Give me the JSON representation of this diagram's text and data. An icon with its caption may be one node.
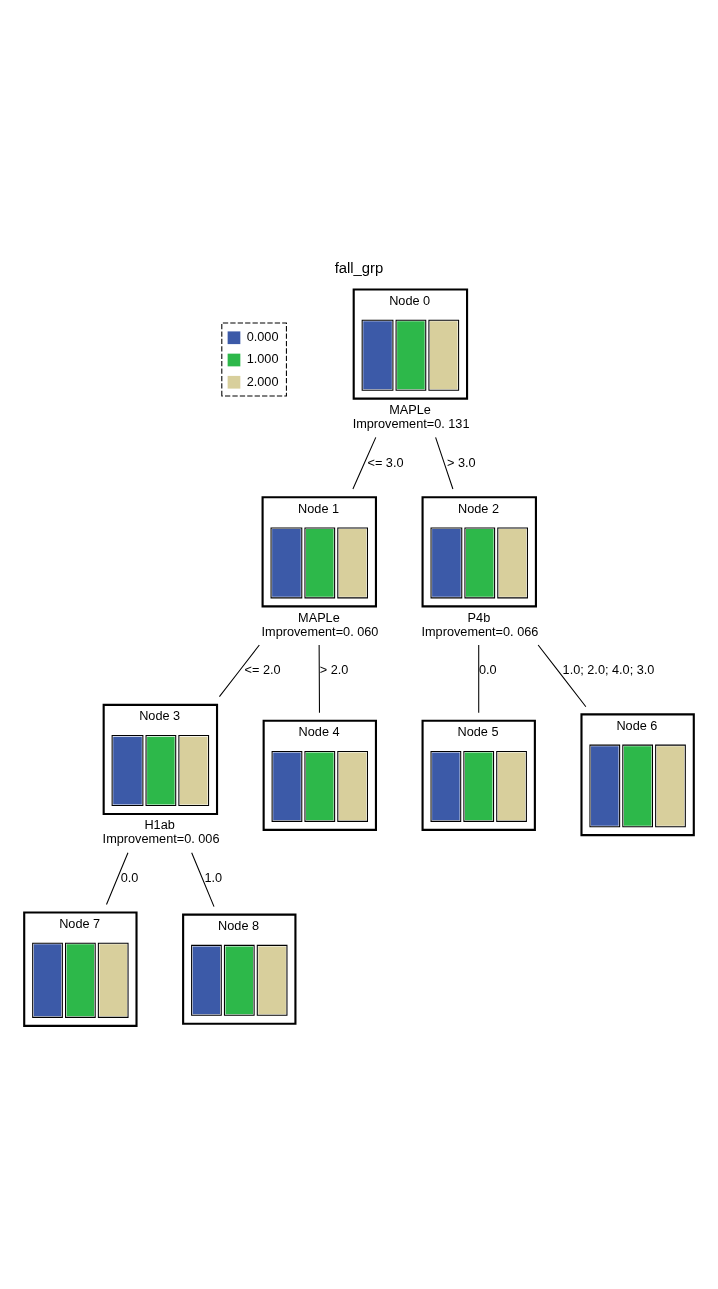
{
  "diagram": {
    "title": "fall_grp",
    "nodes": [
      {
        "text": [
          "Node 0"
        ],
        "beside": [
          "MAPLe Improvement=0. 131"
        ]
      },
      {
        "text": [
          "Node 1"
        ],
        "beside": [
          "MAPLe Improvement=0. 060"
        ]
      },
      {
        "text": [
          "Node 2"
        ],
        "beside": [
          "P4b Improvement=0. 066"
        ]
      },
      {
        "text": [
          "Node 3"
        ],
        "beside": [
          "H1ab Improvement=0. 006"
        ]
      },
      {
        "text": [
          "Node 4"
        ]
      },
      {
        "text": [
          "Node 5"
        ]
      },
      {
        "text": [
          "Node 6"
        ]
      },
      {
        "text": [
          "Node 7"
        ]
      },
      {
        "text": [
          "Node 8"
        ]
      }
    ],
    "edges": [
      {
        "from": 0,
        "to": 1,
        "arrow": "none",
        "label": "<= 3.0"
      },
      {
        "from": 0,
        "to": 2,
        "arrow": "none",
        "label": "> 3.0"
      },
      {
        "from": 1,
        "to": 3,
        "arrow": "none",
        "label": "<= 2.0"
      },
      {
        "from": 1,
        "to": 4,
        "arrow": "none",
        "label": "> 2.0"
      },
      {
        "from": 2,
        "to": 5,
        "arrow": "none",
        "label": "0.0"
      },
      {
        "from": 2,
        "to": 6,
        "arrow": "none",
        "label": "1.0; 2.0; 4.0; 3.0"
      },
      {
        "from": 3,
        "to": 7,
        "arrow": "none",
        "label": "0.0"
      },
      {
        "from": 3,
        "to": 8,
        "arrow": "none",
        "label": "1.0"
      }
    ],
    "legend": [
      {
        "text": "0.000",
        "color": "#3c5aa8"
      },
      {
        "text": "1.000",
        "color": "#2db84a"
      },
      {
        "text": "2.000",
        "color": "#d8cf9c"
      }
    ]
  }
}
